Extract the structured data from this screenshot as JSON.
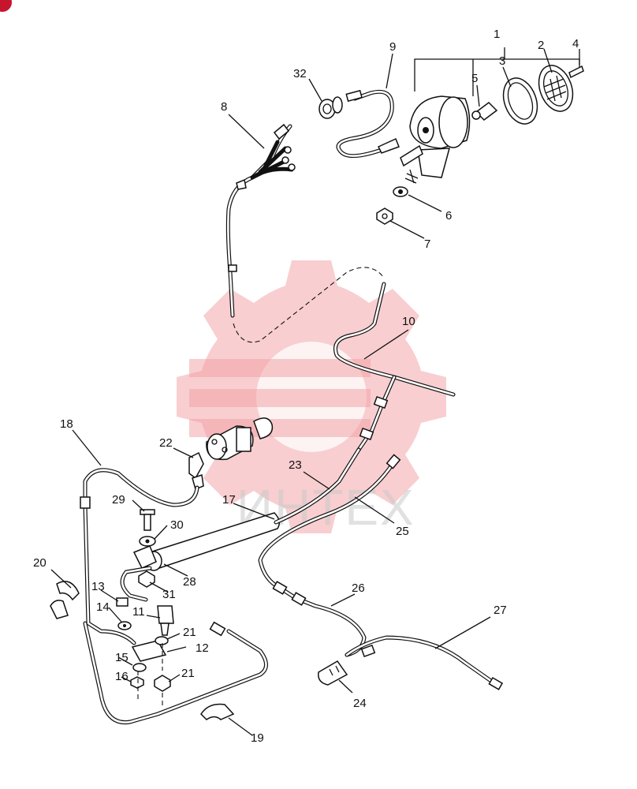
{
  "corner_badge": {
    "color": "#c5162e",
    "text": ""
  },
  "watermark": {
    "text": "ИНТЕХ",
    "color": "#f29da2",
    "icon": "gear-logo-icon"
  },
  "callouts": [
    {
      "id": "c1",
      "text": "1"
    },
    {
      "id": "c2",
      "text": "2"
    },
    {
      "id": "c3",
      "text": "3"
    },
    {
      "id": "c4",
      "text": "4"
    },
    {
      "id": "c5",
      "text": "5"
    },
    {
      "id": "c6",
      "text": "6"
    },
    {
      "id": "c7",
      "text": "7"
    },
    {
      "id": "c8",
      "text": "8"
    },
    {
      "id": "c9",
      "text": "9"
    },
    {
      "id": "c10",
      "text": "10"
    },
    {
      "id": "c11",
      "text": "11"
    },
    {
      "id": "c12",
      "text": "12"
    },
    {
      "id": "c13",
      "text": "13"
    },
    {
      "id": "c14",
      "text": "14"
    },
    {
      "id": "c15",
      "text": "15"
    },
    {
      "id": "c16",
      "text": "16"
    },
    {
      "id": "c17",
      "text": "17"
    },
    {
      "id": "c18",
      "text": "18"
    },
    {
      "id": "c19",
      "text": "19"
    },
    {
      "id": "c20",
      "text": "20"
    },
    {
      "id": "c21a",
      "text": "21"
    },
    {
      "id": "c21b",
      "text": "21"
    },
    {
      "id": "c22",
      "text": "22"
    },
    {
      "id": "c23",
      "text": "23"
    },
    {
      "id": "c24",
      "text": "24"
    },
    {
      "id": "c25",
      "text": "25"
    },
    {
      "id": "c26",
      "text": "26"
    },
    {
      "id": "c27",
      "text": "27"
    },
    {
      "id": "c28",
      "text": "28"
    },
    {
      "id": "c29",
      "text": "29"
    },
    {
      "id": "c30",
      "text": "30"
    },
    {
      "id": "c31",
      "text": "31"
    },
    {
      "id": "c32",
      "text": "32"
    }
  ]
}
